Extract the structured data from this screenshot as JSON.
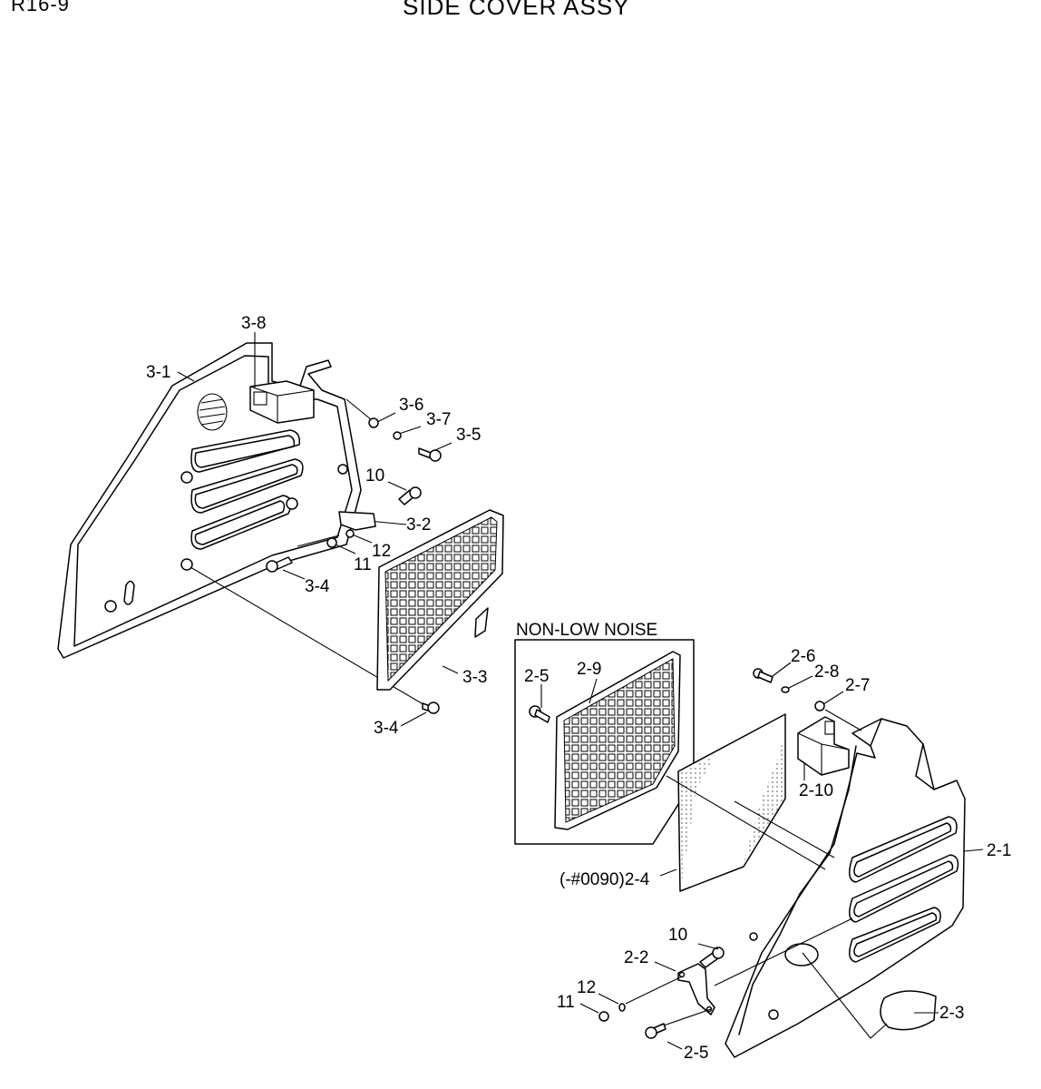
{
  "header": {
    "page_code": "R16-9",
    "title": "SIDE COVER ASSY"
  },
  "diagram": {
    "group_box_label": "NON-LOW NOISE",
    "labels": {
      "l_3_8": "3-8",
      "l_3_1": "3-1",
      "l_3_6": "3-6",
      "l_3_7": "3-7",
      "l_3_5": "3-5",
      "l_10_upper": "10",
      "l_3_2": "3-2",
      "l_12_upper": "12",
      "l_11_upper": "11",
      "l_3_4_upper": "3-4",
      "l_3_3": "3-3",
      "l_3_4_lower": "3-4",
      "l_2_5_box": "2-5",
      "l_2_9": "2-9",
      "l_2_6": "2-6",
      "l_2_8": "2-8",
      "l_2_7": "2-7",
      "l_2_10": "2-10",
      "l_2_1": "2-1",
      "l_2_4": "(-#0090)2-4",
      "l_10_lower": "10",
      "l_2_2": "2-2",
      "l_12_lower": "12",
      "l_11_lower": "11",
      "l_2_3": "2-3",
      "l_2_5_lower": "2-5"
    }
  }
}
